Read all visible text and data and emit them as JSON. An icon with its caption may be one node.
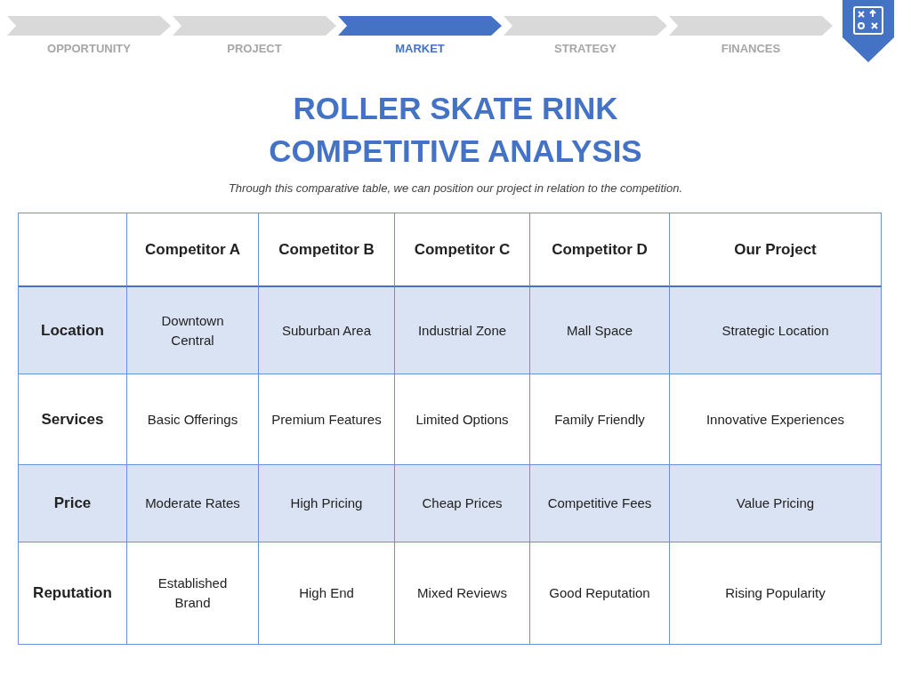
{
  "diagram": {
    "title": "ROLLER SKATE RINK COMPETITIVE ANALYSIS",
    "caption": "Through this comparative table, we can position our project in relation to the competition.",
    "nodes": [
      {
        "text": [],
        "shape": "chevron",
        "beside": [
          "OPPORTUNITY"
        ]
      },
      {
        "text": [],
        "shape": "chevron",
        "beside": [
          "PROJECT"
        ]
      },
      {
        "text": [],
        "shape": "chevron",
        "beside": [
          "MARKET"
        ]
      },
      {
        "text": [],
        "shape": "chevron",
        "beside": [
          "STRATEGY"
        ]
      },
      {
        "text": [],
        "shape": "chevron",
        "beside": [
          "FINANCES"
        ]
      }
    ],
    "labels": [
      "Competitor A",
      "Competitor B",
      "Competitor C",
      "Competitor D",
      "Our Project",
      "Location",
      "Downtown Central",
      "Suburban Area",
      "Industrial Zone",
      "Mall Space",
      "Strategic Location",
      "Services",
      "Basic Offerings",
      "Premium Features",
      "Limited Options",
      "Family Friendly",
      "Innovative Experiences",
      "Price",
      "Moderate Rates",
      "High Pricing",
      "Cheap Prices",
      "Competitive Fees",
      "Value Pricing",
      "Reputation",
      "Established Brand",
      "High End",
      "Mixed Reviews",
      "Good Reputation",
      "Rising Popularity"
    ]
  }
}
